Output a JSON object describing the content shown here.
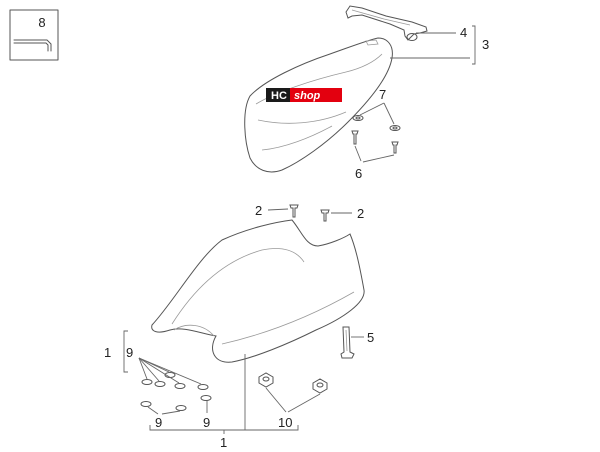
{
  "diagram": {
    "logo": {
      "text_a": "HC",
      "text_b": "shop",
      "colors": {
        "brand": "#e3000f",
        "dark": "#1a1a1a",
        "text": "#ffffff"
      }
    },
    "callouts": {
      "c1_side": "1",
      "c1_bottom": "1",
      "c2_left": "2",
      "c2_right": "2",
      "c3": "3",
      "c4": "4",
      "c5": "5",
      "c6": "6",
      "c7": "7",
      "c8": "8",
      "c9_main": "9",
      "c9_low_left": "9",
      "c9_low_right": "9",
      "c10": "10"
    },
    "colors": {
      "line": "#555555",
      "leader": "#666666",
      "text": "#222222",
      "background": "#ffffff"
    }
  }
}
